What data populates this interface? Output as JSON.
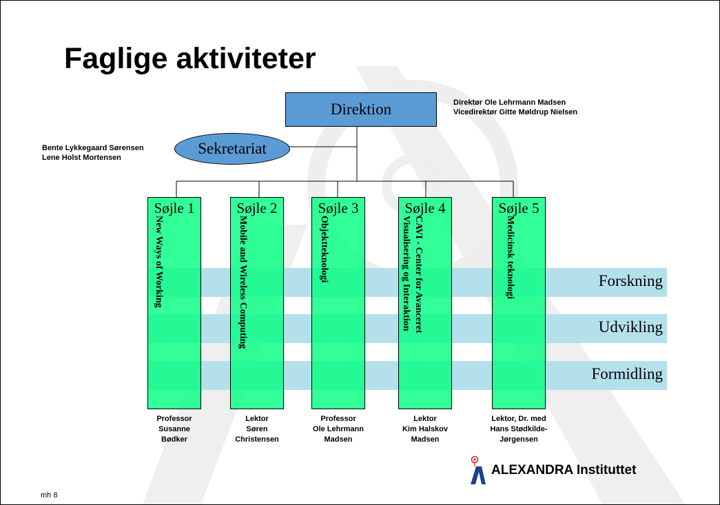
{
  "slide": {
    "title": "Faglige aktiviteter",
    "direction": {
      "label": "Direktion",
      "people": [
        "Direktør Ole Lehrmann Madsen",
        "Vicedirektør Gitte Møldrup Nielsen"
      ]
    },
    "secretariat": {
      "label": "Sekretariat",
      "people": [
        "Bente Lykkegaard Sørensen",
        "Lene Holst Mortensen"
      ]
    },
    "bands": [
      "Forskning",
      "Udvikling",
      "Formidling"
    ],
    "pillars": [
      {
        "head": "Søjle 1",
        "lines": [
          "New Ways of Working"
        ],
        "person": [
          "Professor",
          "Susanne",
          "Bødker"
        ]
      },
      {
        "head": "Søjle 2",
        "lines": [
          "Mobile and Wireless Computing"
        ],
        "person": [
          "Lektor",
          "Søren",
          "Christensen"
        ]
      },
      {
        "head": "Søjle 3",
        "lines": [
          "Objektteknologi"
        ],
        "person": [
          "Professor",
          "Ole Lehrmann",
          "Madsen"
        ]
      },
      {
        "head": "Søjle 4",
        "lines": [
          "CAVI - Center for Avanceret",
          "Visualisering og Interaktion"
        ],
        "person": [
          "Lektor",
          "Kim Halskov",
          "Madsen"
        ]
      },
      {
        "head": "Søjle 5",
        "lines": [
          "Medicinsk  teknologi"
        ],
        "person": [
          "Lektor, Dr. med",
          "Hans Stødkilde-",
          "Jørgensen"
        ]
      }
    ],
    "logo_text": "ALEXANDRA Instituttet",
    "footer": "mh 8",
    "colors": {
      "box_blue": "#5b9bd5",
      "pillar_green": "#00ff80",
      "band_cyan": "#b4e0ec",
      "watermark_gray": "#ededed"
    }
  }
}
